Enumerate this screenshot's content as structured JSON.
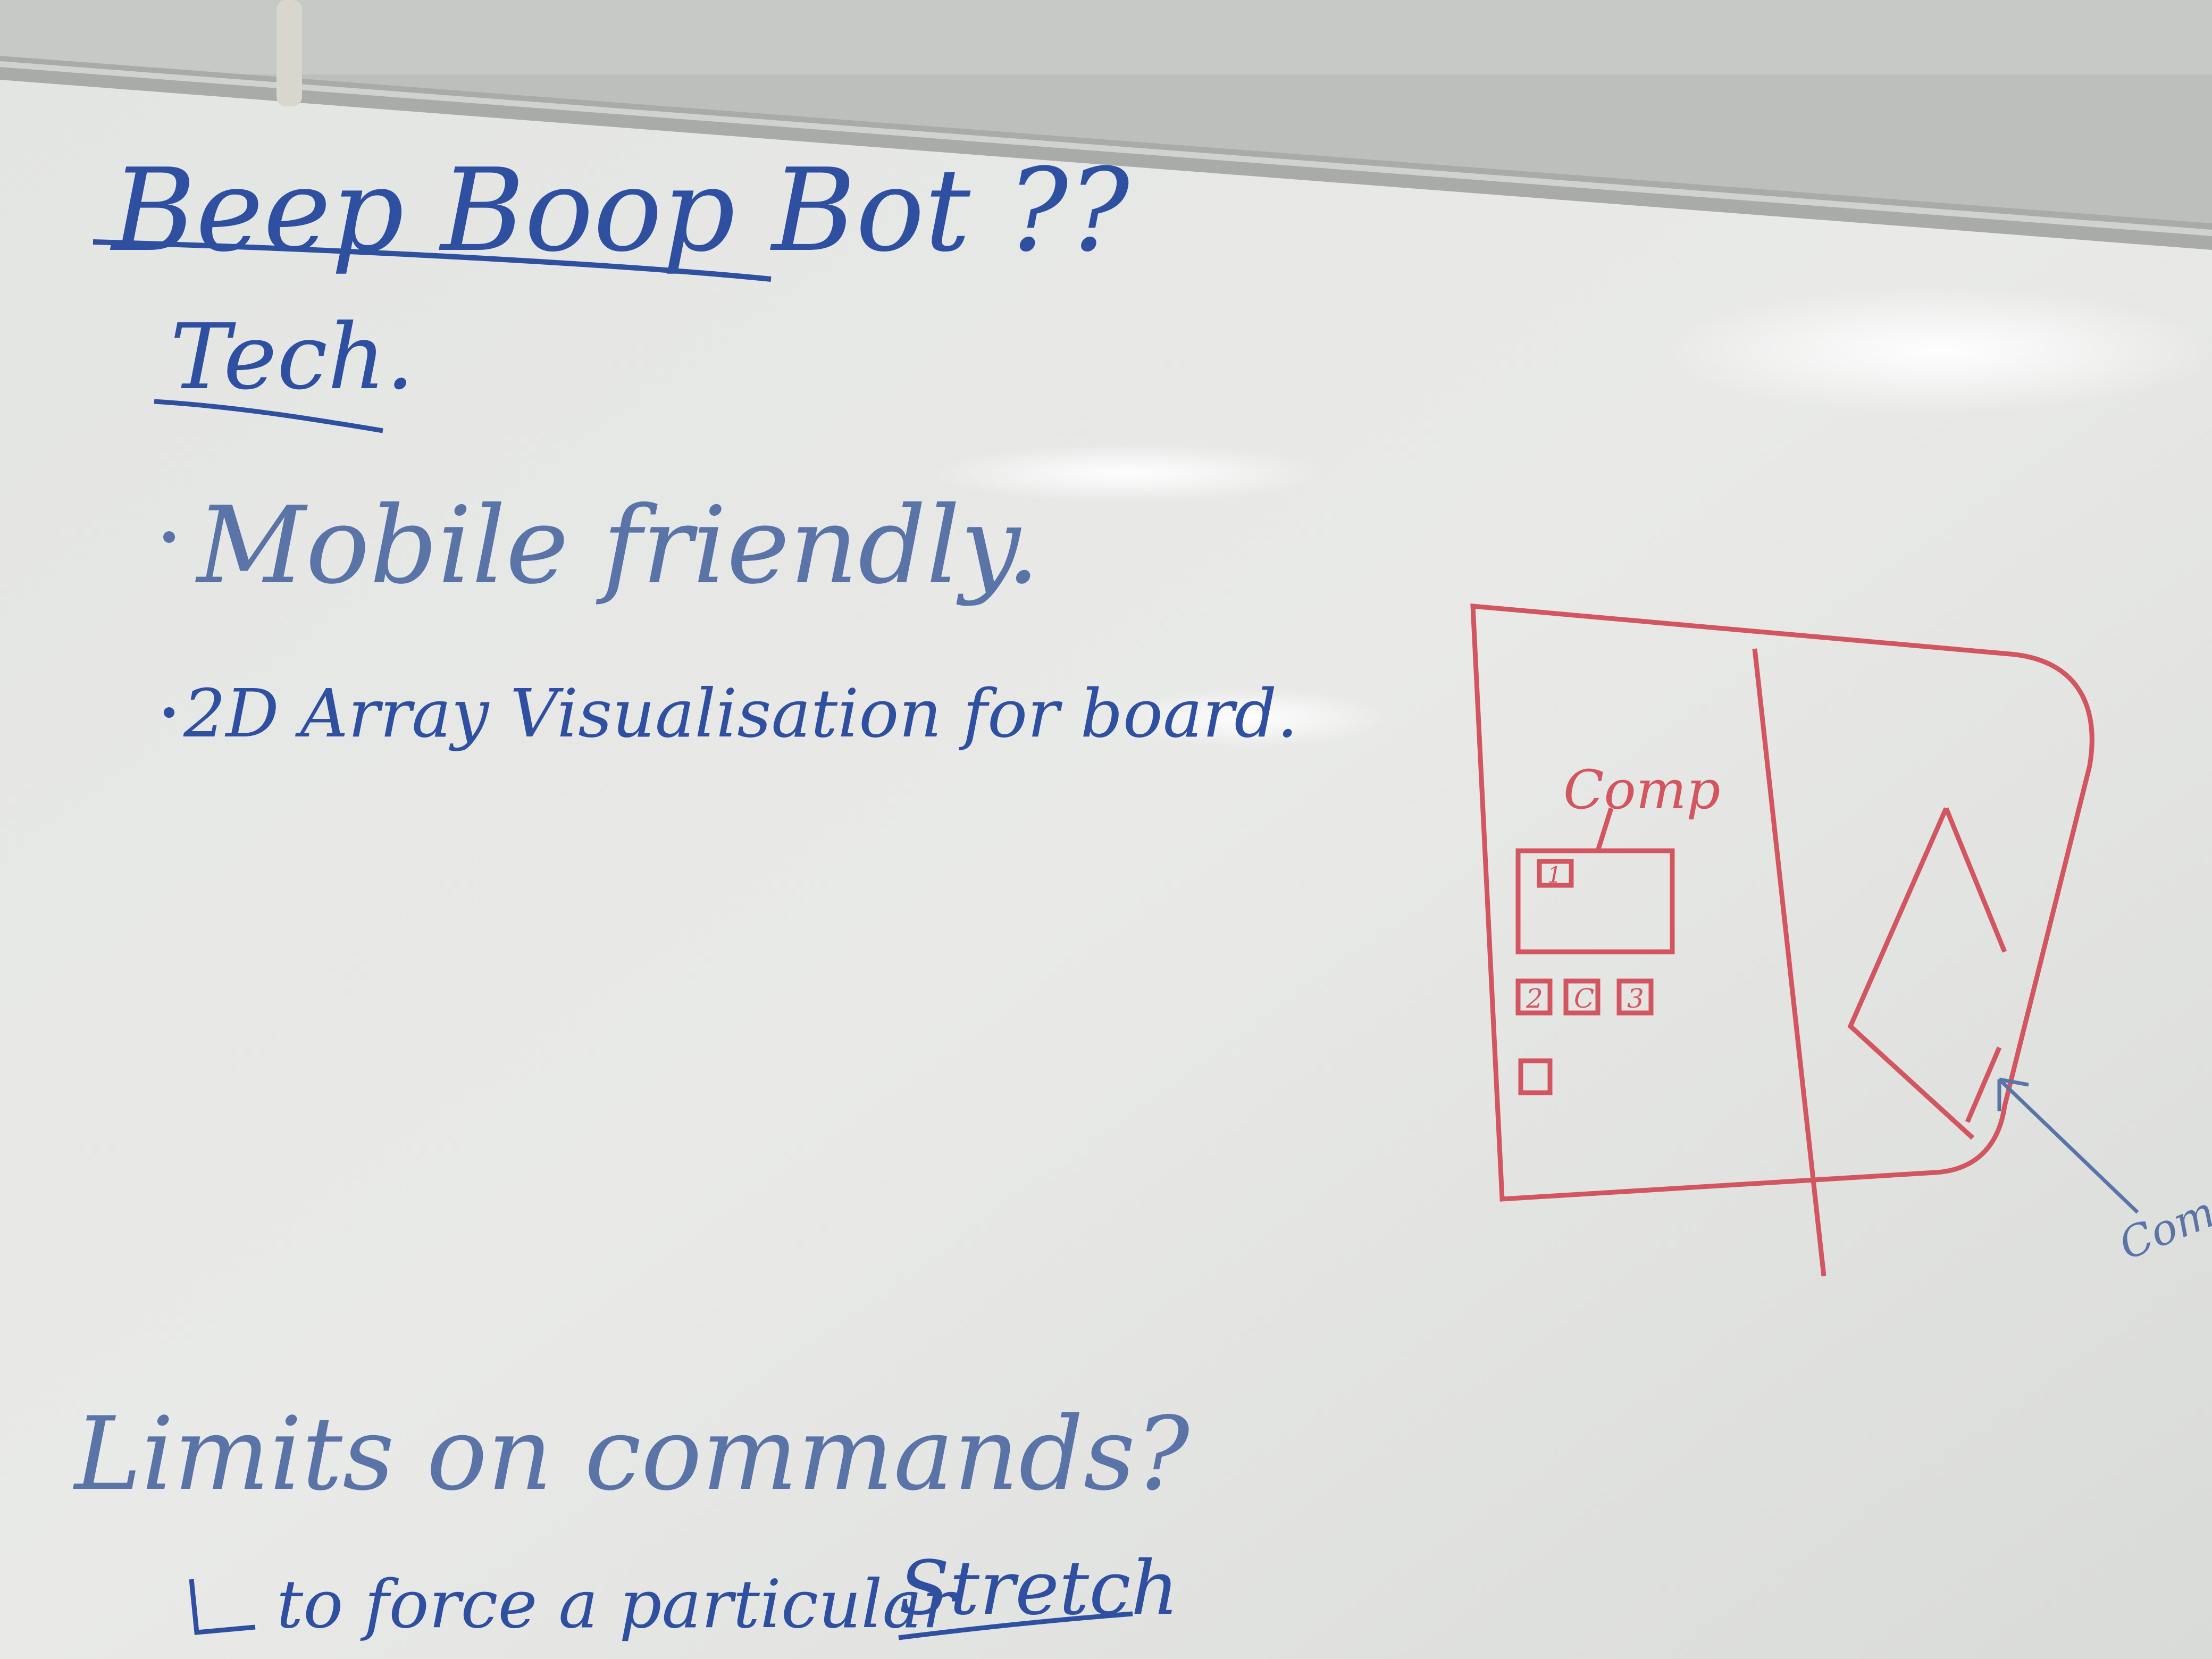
{
  "board": {
    "title": "Beep Boop Bot ??",
    "section_heading": "Tech.",
    "bullets": [
      "Mobile friendly.",
      "2D Array Visualisation for board."
    ],
    "bottom_question": "Limits on commands?",
    "bottom_note": "to force a particular",
    "stretch_label": "Stretch"
  },
  "sketch": {
    "comp_label": "Comp",
    "cell_labels": [
      "1",
      "2",
      "C",
      "3"
    ],
    "side_label": "Compon"
  },
  "colors": {
    "board_white": "#e6e7e5",
    "frame": "#a9aba9",
    "marker_blue": "#2f4fa0",
    "marker_red": "#d2555f"
  }
}
